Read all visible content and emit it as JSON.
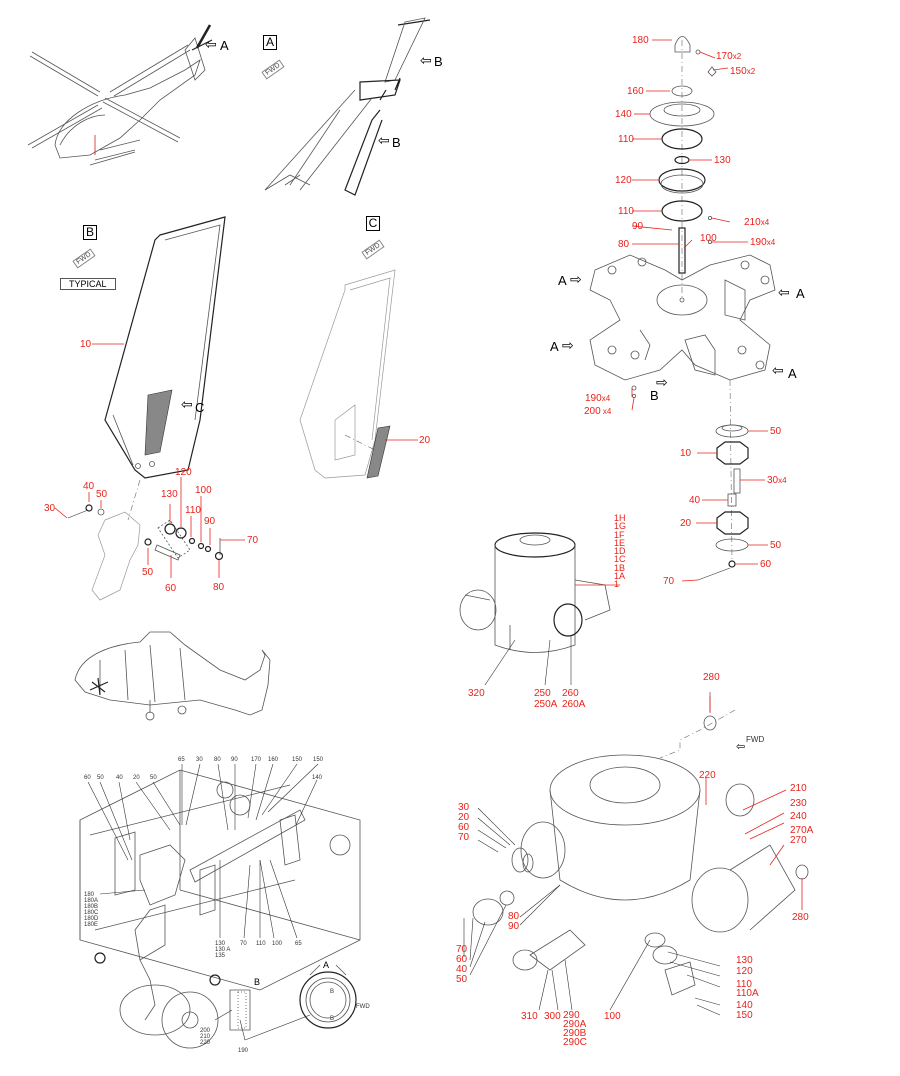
{
  "figure1": {
    "views": {
      "A": "A",
      "B": "B",
      "C": "C"
    },
    "fwd": "FWD",
    "typical": "TYPICAL",
    "arrow_refs": [
      "A",
      "B",
      "B",
      "C"
    ],
    "callouts": [
      "10",
      "20",
      "30",
      "40",
      "50",
      "50",
      "60",
      "70",
      "80",
      "90",
      "100",
      "110",
      "120",
      "130"
    ]
  },
  "figure2": {
    "views": [
      "A",
      "A",
      "A",
      "A",
      "B"
    ],
    "callouts": [
      {
        "num": "180",
        "qty": ""
      },
      {
        "num": "170",
        "qty": "x2"
      },
      {
        "num": "150",
        "qty": "x2"
      },
      {
        "num": "160",
        "qty": ""
      },
      {
        "num": "140",
        "qty": ""
      },
      {
        "num": "110",
        "qty": ""
      },
      {
        "num": "130",
        "qty": ""
      },
      {
        "num": "120",
        "qty": ""
      },
      {
        "num": "110",
        "qty": ""
      },
      {
        "num": "210",
        "qty": "x4"
      },
      {
        "num": "90",
        "qty": ""
      },
      {
        "num": "100",
        "qty": ""
      },
      {
        "num": "190",
        "qty": "x4"
      },
      {
        "num": "80",
        "qty": ""
      },
      {
        "num": "190",
        "qty": "x4"
      },
      {
        "num": "200",
        "qty": " x4"
      },
      {
        "num": "50",
        "qty": ""
      },
      {
        "num": "10",
        "qty": ""
      },
      {
        "num": "30",
        "qty": "x4"
      },
      {
        "num": "40",
        "qty": ""
      },
      {
        "num": "20",
        "qty": ""
      },
      {
        "num": "50",
        "qty": ""
      },
      {
        "num": "60",
        "qty": ""
      },
      {
        "num": "70",
        "qty": ""
      }
    ]
  },
  "figure3": {
    "callouts_top": [
      "60",
      "50",
      "40",
      "20",
      "50",
      "65",
      "30",
      "80",
      "90",
      "170",
      "160",
      "150",
      "150",
      "140"
    ],
    "callout_180": "180\n180A\n180B\n180C\n180D\n180E",
    "callouts_bottom": [
      "130\n130 A\n135",
      "70",
      "110",
      "100",
      "65"
    ],
    "callout_200": "200\n210\n220",
    "callout_190": "190",
    "views": {
      "A": "A",
      "B": "B"
    },
    "fwd": "FWD",
    "detail_marks": [
      "B",
      "B"
    ]
  },
  "figure4": {
    "callout_1": "1H\n1G\n1F\n1E\n1D\n1C\n1B\n1A\n1",
    "callouts_upper": [
      "320",
      "250\n250A",
      "260\n260A"
    ],
    "fwd": "FWD",
    "callouts_lower": [
      "280",
      "220",
      "210",
      "230",
      "240",
      "270A\n270",
      "280",
      "30\n20\n60\n70",
      "80\n90",
      "70\n60\n40\n50",
      "310",
      "300",
      "290\n290A\n290B\n290C",
      "100",
      "130",
      "120",
      "110\n110A",
      "140",
      "150"
    ]
  }
}
